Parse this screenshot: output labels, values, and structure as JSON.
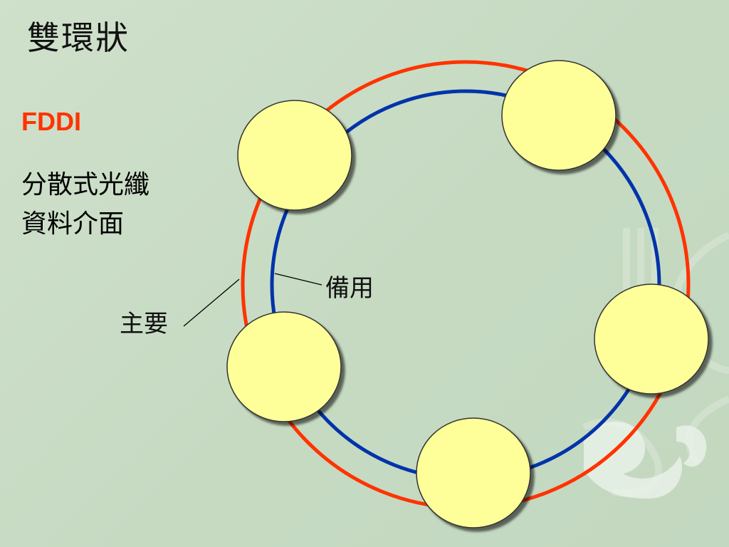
{
  "slide": {
    "title": "雙環狀",
    "subtitle": "FDDI",
    "description_lines": [
      "分散式光纖",
      "資料介面"
    ]
  },
  "diagram": {
    "rings": [
      {
        "name": "主要",
        "color": "#ff3300"
      },
      {
        "name": "備用",
        "color": "#0033aa"
      }
    ],
    "node_count": 5,
    "node_fill": "#ffff99",
    "labels": {
      "backup": "備用",
      "primary": "主要"
    }
  }
}
